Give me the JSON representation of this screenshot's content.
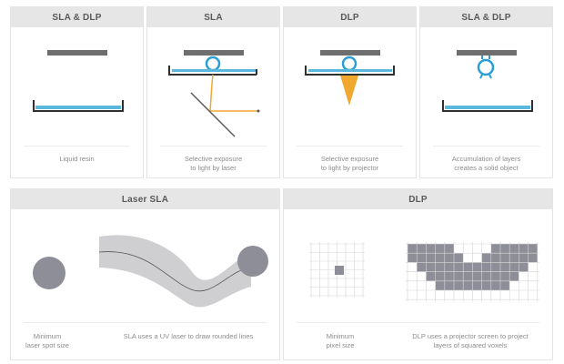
{
  "top_panels": [
    {
      "title": "SLA & DLP",
      "caption": "Liquid resin"
    },
    {
      "title": "SLA",
      "caption": "Selective exposure\nto light by laser"
    },
    {
      "title": "DLP",
      "caption": "Selective exposure\nto light by projector"
    },
    {
      "title": "SLA & DLP",
      "caption": "Accumulation of layers\ncreates a solid object"
    }
  ],
  "bottom_panels": [
    {
      "title": "Laser SLA",
      "captions": [
        "Minimum\nlaser spot size",
        "SLA uses a UV laser to draw rounded lines"
      ]
    },
    {
      "title": "DLP",
      "captions": [
        "Minimum\npixel size",
        "DLP uses a projector screen to project\nlayers of squared voxels"
      ]
    }
  ],
  "colors": {
    "platform": "#6e6e6e",
    "tank": "#2f2f2f",
    "resin": "#5ab8dc",
    "part": "#2a9fd6",
    "laser": "#f0a830",
    "spot": "#8e8e98",
    "stroke_fill": "#cfcfd1",
    "grid": "#d6d6d6",
    "voxel": "#8e8e98"
  },
  "voxel_shape": {
    "grid_cols": 14,
    "grid_rows": 6,
    "filled": [
      [
        0,
        1,
        2,
        3,
        4,
        9,
        10,
        11,
        12,
        13
      ],
      [
        0,
        1,
        2,
        3,
        4,
        5,
        8,
        9,
        10,
        11,
        12,
        13
      ],
      [
        1,
        2,
        3,
        4,
        5,
        6,
        7,
        8,
        9,
        10,
        11,
        12
      ],
      [
        2,
        3,
        4,
        5,
        6,
        7,
        8,
        9,
        10,
        11
      ],
      [
        3,
        4,
        5,
        6,
        7,
        8,
        9,
        10
      ],
      []
    ]
  }
}
